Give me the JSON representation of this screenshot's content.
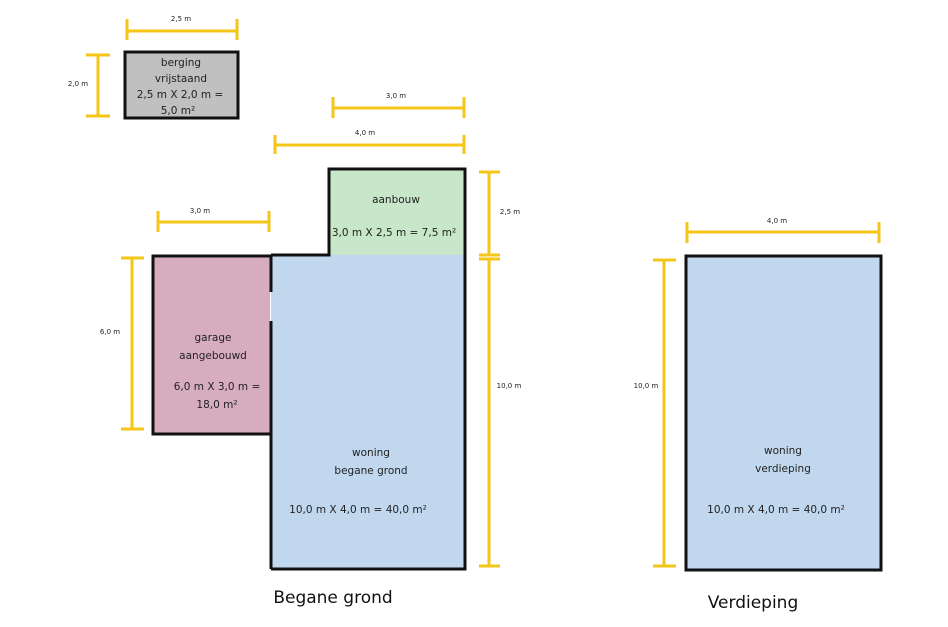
{
  "colors": {
    "berging": "#c0c0c0",
    "aanbouw": "#c8e6c9",
    "garage": "#d8acbf",
    "woning": "#c0d7ee",
    "dimension": "#f5c518",
    "wall": "#111111"
  },
  "rooms": {
    "berging": {
      "lines": [
        "berging",
        "vrijstaand",
        "2,5 m  X 2,0 m =",
        "5,0 m²"
      ]
    },
    "aanbouw": {
      "lines": [
        "aanbouw",
        "3,0 m X 2,5 m = 7,5 m²"
      ]
    },
    "garage": {
      "lines": [
        "garage",
        "aangebouwd",
        "6,0 m  X 3,0 m =",
        "18,0 m²"
      ]
    },
    "woning_bg": {
      "lines": [
        "woning",
        "begane grond",
        "10,0 m  X 4,0 m = 40,0 m²"
      ]
    },
    "woning_vd": {
      "lines": [
        "woning",
        "verdieping",
        "10,0 m  X 4,0 m = 40,0 m²"
      ]
    }
  },
  "dimensions": {
    "berging_width": "2,5 m",
    "berging_height": "2,0 m",
    "aanbouw_width": "3,0 m",
    "total_width": "4,0 m",
    "garage_width": "3,0 m",
    "garage_height": "6,0 m",
    "aanbouw_height": "2,5 m",
    "woning_height": "10,0 m",
    "verdieping_width": "4,0 m",
    "verdieping_height": "10,0 m"
  },
  "captions": {
    "ground_floor": "Begane grond",
    "upper_floor": "Verdieping"
  }
}
